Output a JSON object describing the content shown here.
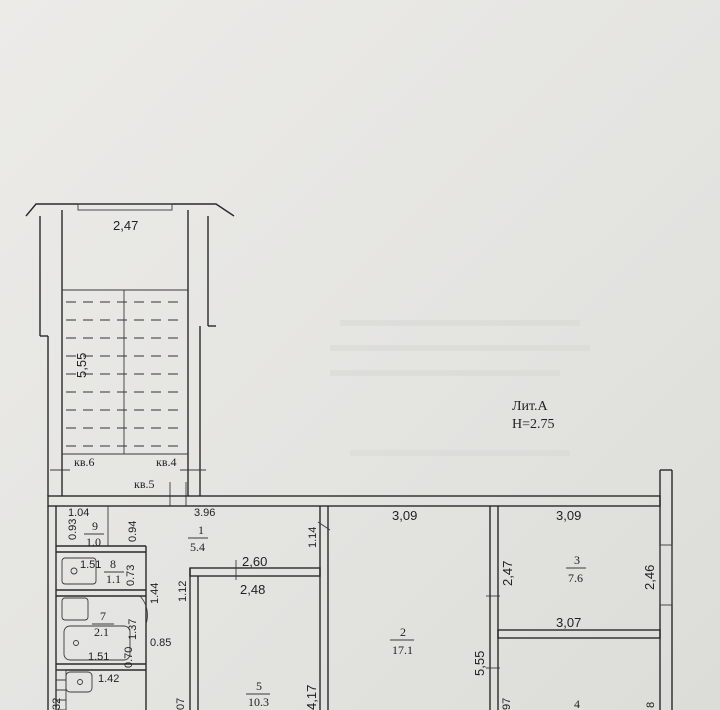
{
  "plan": {
    "litera": "Лит.А",
    "height": "H=2.75",
    "stairwell": {
      "width_top": "2,47",
      "length_side": "5,55"
    },
    "apartment_labels": {
      "kv6": "кв.6",
      "kv4": "кв.4",
      "kv5": "кв.5"
    },
    "rooms": [
      {
        "num": "1",
        "area": "5.4"
      },
      {
        "num": "2",
        "area": "17.1"
      },
      {
        "num": "3",
        "area": "7.6"
      },
      {
        "num": "4",
        "area": ""
      },
      {
        "num": "5",
        "area": "10.3"
      },
      {
        "num": "7",
        "area": "2.1"
      },
      {
        "num": "8",
        "area": "1.1"
      },
      {
        "num": "9",
        "area": "1.0"
      }
    ],
    "dimensions": {
      "d_3_96": "3.96",
      "d_3_09_a": "3,09",
      "d_3_09_b": "3,09",
      "d_1_04": "1.04",
      "d_0_93": "0.93",
      "d_0_94": "0.94",
      "d_1_14": "1.14",
      "d_2_60": "2,60",
      "d_2_48": "2,48",
      "d_2_47": "2,47",
      "d_2_46": "2,46",
      "d_3_07": "3,07",
      "d_1_51_a": "1.51",
      "d_0_73": "0.73",
      "d_1_44": "1.44",
      "d_1_12": "1.12",
      "d_1_37": "1.37",
      "d_0_85": "0.85",
      "d_0_70": "0.70",
      "d_1_51_b": "1.51",
      "d_1_42": "1.42",
      "d_4_17": "4,17",
      "d_5_55_b": "5,55",
      "d_07": "07",
      "d_97": "97",
      "d_32": "32",
      "d_8": "8"
    }
  }
}
